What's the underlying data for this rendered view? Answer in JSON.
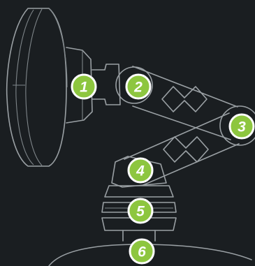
{
  "diagram": {
    "colors": {
      "background": "#1a1e21",
      "lineart": "#9aa0a4",
      "badge_fill": "#8dc63f",
      "badge_outline": "#ffffff",
      "badge_text": "#ffffff"
    },
    "callouts": [
      {
        "number": "1",
        "part_icon": "mirror-mount-joint-icon"
      },
      {
        "number": "2",
        "part_icon": "upper-arm-pivot-icon"
      },
      {
        "number": "3",
        "part_icon": "elbow-pivot-icon"
      },
      {
        "number": "4",
        "part_icon": "lower-arm-pivot-icon"
      },
      {
        "number": "5",
        "part_icon": "base-swivel-icon"
      },
      {
        "number": "6",
        "part_icon": "base-mount-icon"
      }
    ]
  }
}
